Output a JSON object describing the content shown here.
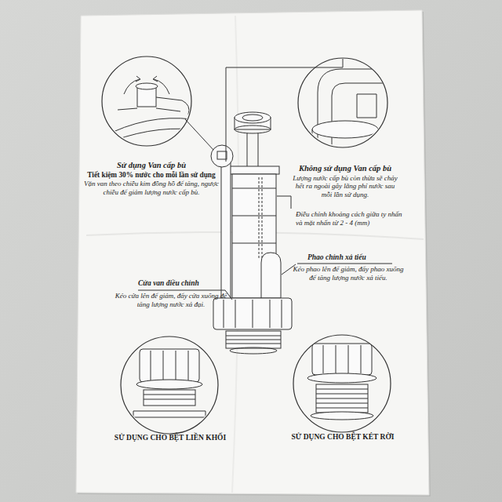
{
  "diagram": {
    "nodes": [
      {
        "text": [
          "Sử dụng Van cấp bù",
          "Tiết kiệm 30% nước cho mỗi lần sử dụng",
          "Vặn van theo chiều kim đồng hồ để tăng, ngược chiều để giảm lượng nước cấp bù."
        ]
      },
      {
        "text": [
          "Không sử dụng Van cấp bù",
          "Lượng nước cấp bù còn thừa sẽ chảy hết ra ngoài gây lãng phí nước sau mỗi lần sử dụng."
        ]
      },
      {
        "text": [
          "SỬ DỤNG CHO BỆT LIỀN KHỐI"
        ]
      },
      {
        "text": [
          "SỬ DỤNG CHO BỆT KÉT RỜI"
        ]
      }
    ],
    "labels": [
      "Điều chỉnh khoảng cách giữa ty nhấn và mặt nhấn từ 2 - 4 (mm)",
      "Phao chỉnh xả tiểu",
      "Kéo phao lên để giảm, đẩy phao xuống để tăng lượng nước xả tiểu.",
      "Cửa van điều chỉnh",
      "Kéo cửa lên để giảm, đẩy cửa xuống để tăng lượng nước xả đại."
    ]
  }
}
